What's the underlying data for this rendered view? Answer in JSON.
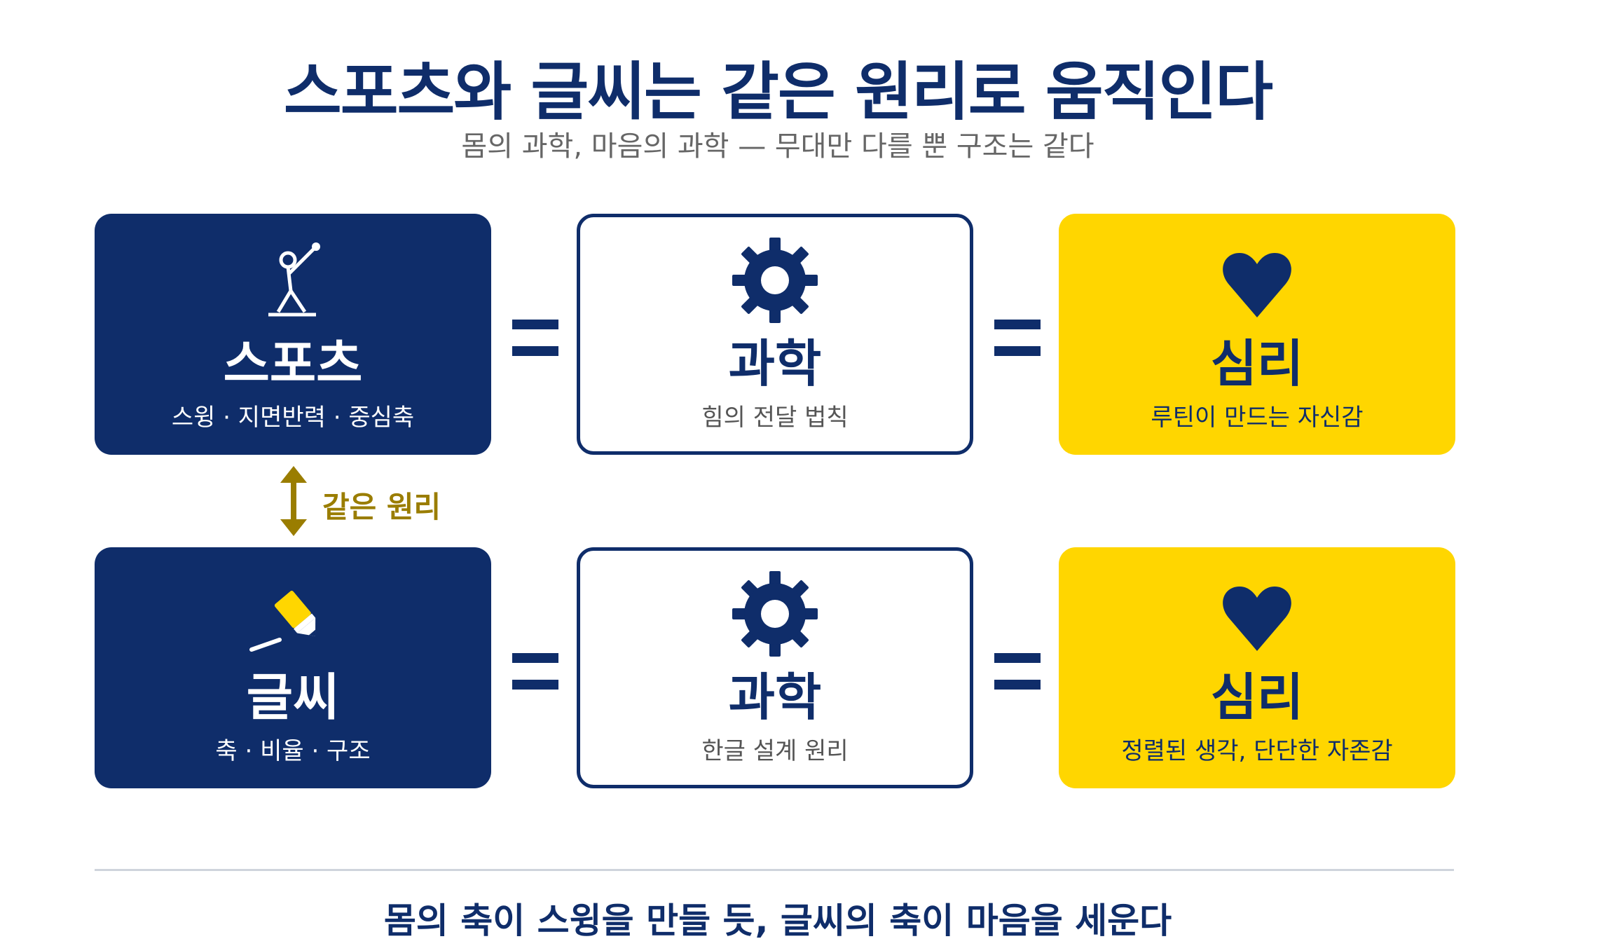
{
  "title": "스포츠와 글씨는 같은 원리로 움직인다",
  "subtitle": "몸의 과학, 마음의 과학 — 무대만 다를 뿐 구조는 같다",
  "rows": [
    {
      "domain": {
        "title": "스포츠",
        "subtitle": "스윙 · 지면반력 · 중심축",
        "icon": "golfer-icon"
      },
      "science": {
        "title": "과학",
        "subtitle": "힘의 전달 법칙",
        "icon": "gear-icon"
      },
      "psychology": {
        "title": "심리",
        "subtitle": "루틴이 만드는 자신감",
        "icon": "heart-icon"
      }
    },
    {
      "domain": {
        "title": "글씨",
        "subtitle": "축 · 비율 · 구조",
        "icon": "pen-icon"
      },
      "science": {
        "title": "과학",
        "subtitle": "한글 설계 원리",
        "icon": "gear-icon"
      },
      "psychology": {
        "title": "심리",
        "subtitle": "정렬된 생각, 단단한 자존감",
        "icon": "heart-icon"
      }
    }
  ],
  "link": {
    "label": "같은 원리",
    "icon": "double-arrow-icon"
  },
  "footer": "몸의 축이 스윙을 만들 듯, 글씨의 축이 마음을 세운다",
  "colors": {
    "navy": "#0f2d6a",
    "yellow": "#ffd600",
    "gold": "#9a7d00",
    "white": "#ffffff"
  }
}
